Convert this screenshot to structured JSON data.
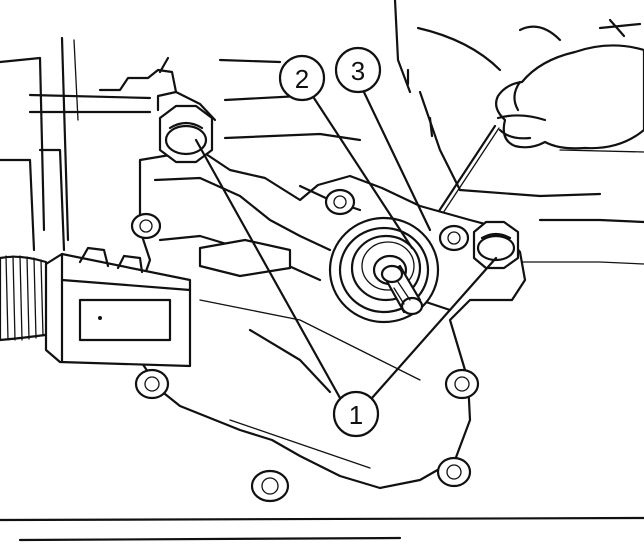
{
  "callouts": {
    "c1": {
      "label": "1"
    },
    "c2": {
      "label": "2"
    },
    "c3": {
      "label": "3"
    }
  }
}
